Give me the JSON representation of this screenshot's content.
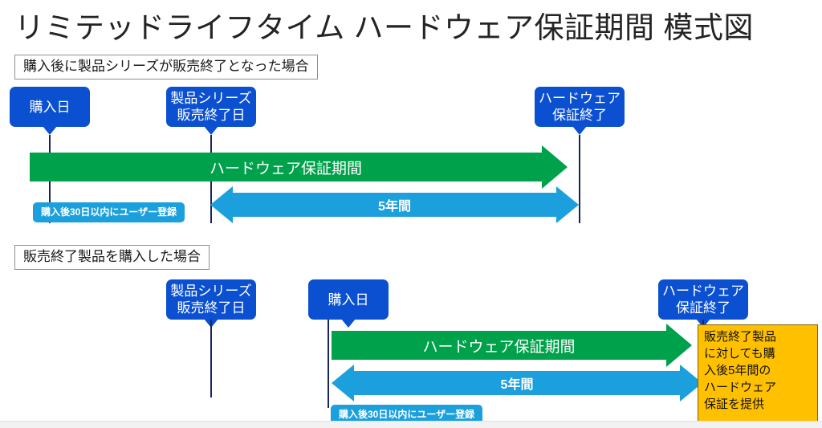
{
  "title": "リミテッドライフタイム ハードウェア保証期間 模式図",
  "colors": {
    "callout_blue": "#0b50d0",
    "warranty_green": "#00a14b",
    "term_blue": "#1ba0dd",
    "note_orange": "#ffc000",
    "note_border": "#7f6000",
    "milestone_line": "#16265c",
    "title_text": "#242424"
  },
  "sections": [
    {
      "label": "購入後に製品シリーズが販売終了となった場合",
      "callouts": [
        {
          "name": "purchase-date",
          "lines": [
            "購入日"
          ]
        },
        {
          "name": "series-eos-date",
          "lines": [
            "製品シリーズ",
            "販売終了日"
          ]
        },
        {
          "name": "warranty-end",
          "lines": [
            "ハードウェア",
            "保証終了"
          ]
        }
      ],
      "warranty_bar_label": "ハードウェア保証期間",
      "term_label": "5年間",
      "badge_label": "購入後30日以内にユーザー登録"
    },
    {
      "label": "販売終了製品を購入した場合",
      "callouts": [
        {
          "name": "series-eos-date",
          "lines": [
            "製品シリーズ",
            "販売終了日"
          ]
        },
        {
          "name": "purchase-date",
          "lines": [
            "購入日"
          ]
        },
        {
          "name": "warranty-end",
          "lines": [
            "ハードウェア",
            "保証終了"
          ]
        }
      ],
      "warranty_bar_label": "ハードウェア保証期間",
      "term_label": "5年間",
      "badge_label": "購入後30日以内にユーザー登録",
      "note_lines": [
        "販売終了製品",
        "に対しても購",
        "入後5年間の",
        "ハードウェア",
        "保証を提供"
      ]
    }
  ]
}
